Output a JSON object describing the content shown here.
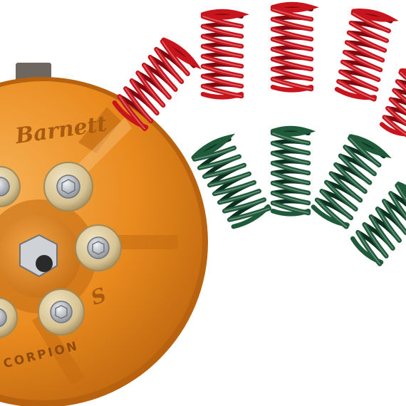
{
  "product": {
    "brand_engraving": "Barnett",
    "rim_engraving": "CORPION",
    "logo_mark": "S"
  },
  "colors": {
    "background": "#ffffff",
    "housing_orange": "#e98a1e",
    "housing_dark": "#b8610e",
    "housing_light": "#f7ae4f",
    "spring_red": "#c8141c",
    "spring_red_dark": "#7d0a10",
    "spring_green": "#1f5a3a",
    "spring_green_dark": "#0e3020",
    "bolt_steel": "#c9ccd0",
    "washer_brass": "#d9c9a0"
  },
  "springs": {
    "red": [
      {
        "label": "red-spring-1"
      },
      {
        "label": "red-spring-2"
      },
      {
        "label": "red-spring-3"
      },
      {
        "label": "red-spring-4"
      },
      {
        "label": "red-spring-5"
      }
    ],
    "green": [
      {
        "label": "green-spring-1"
      },
      {
        "label": "green-spring-2"
      },
      {
        "label": "green-spring-3"
      },
      {
        "label": "green-spring-4"
      }
    ]
  }
}
